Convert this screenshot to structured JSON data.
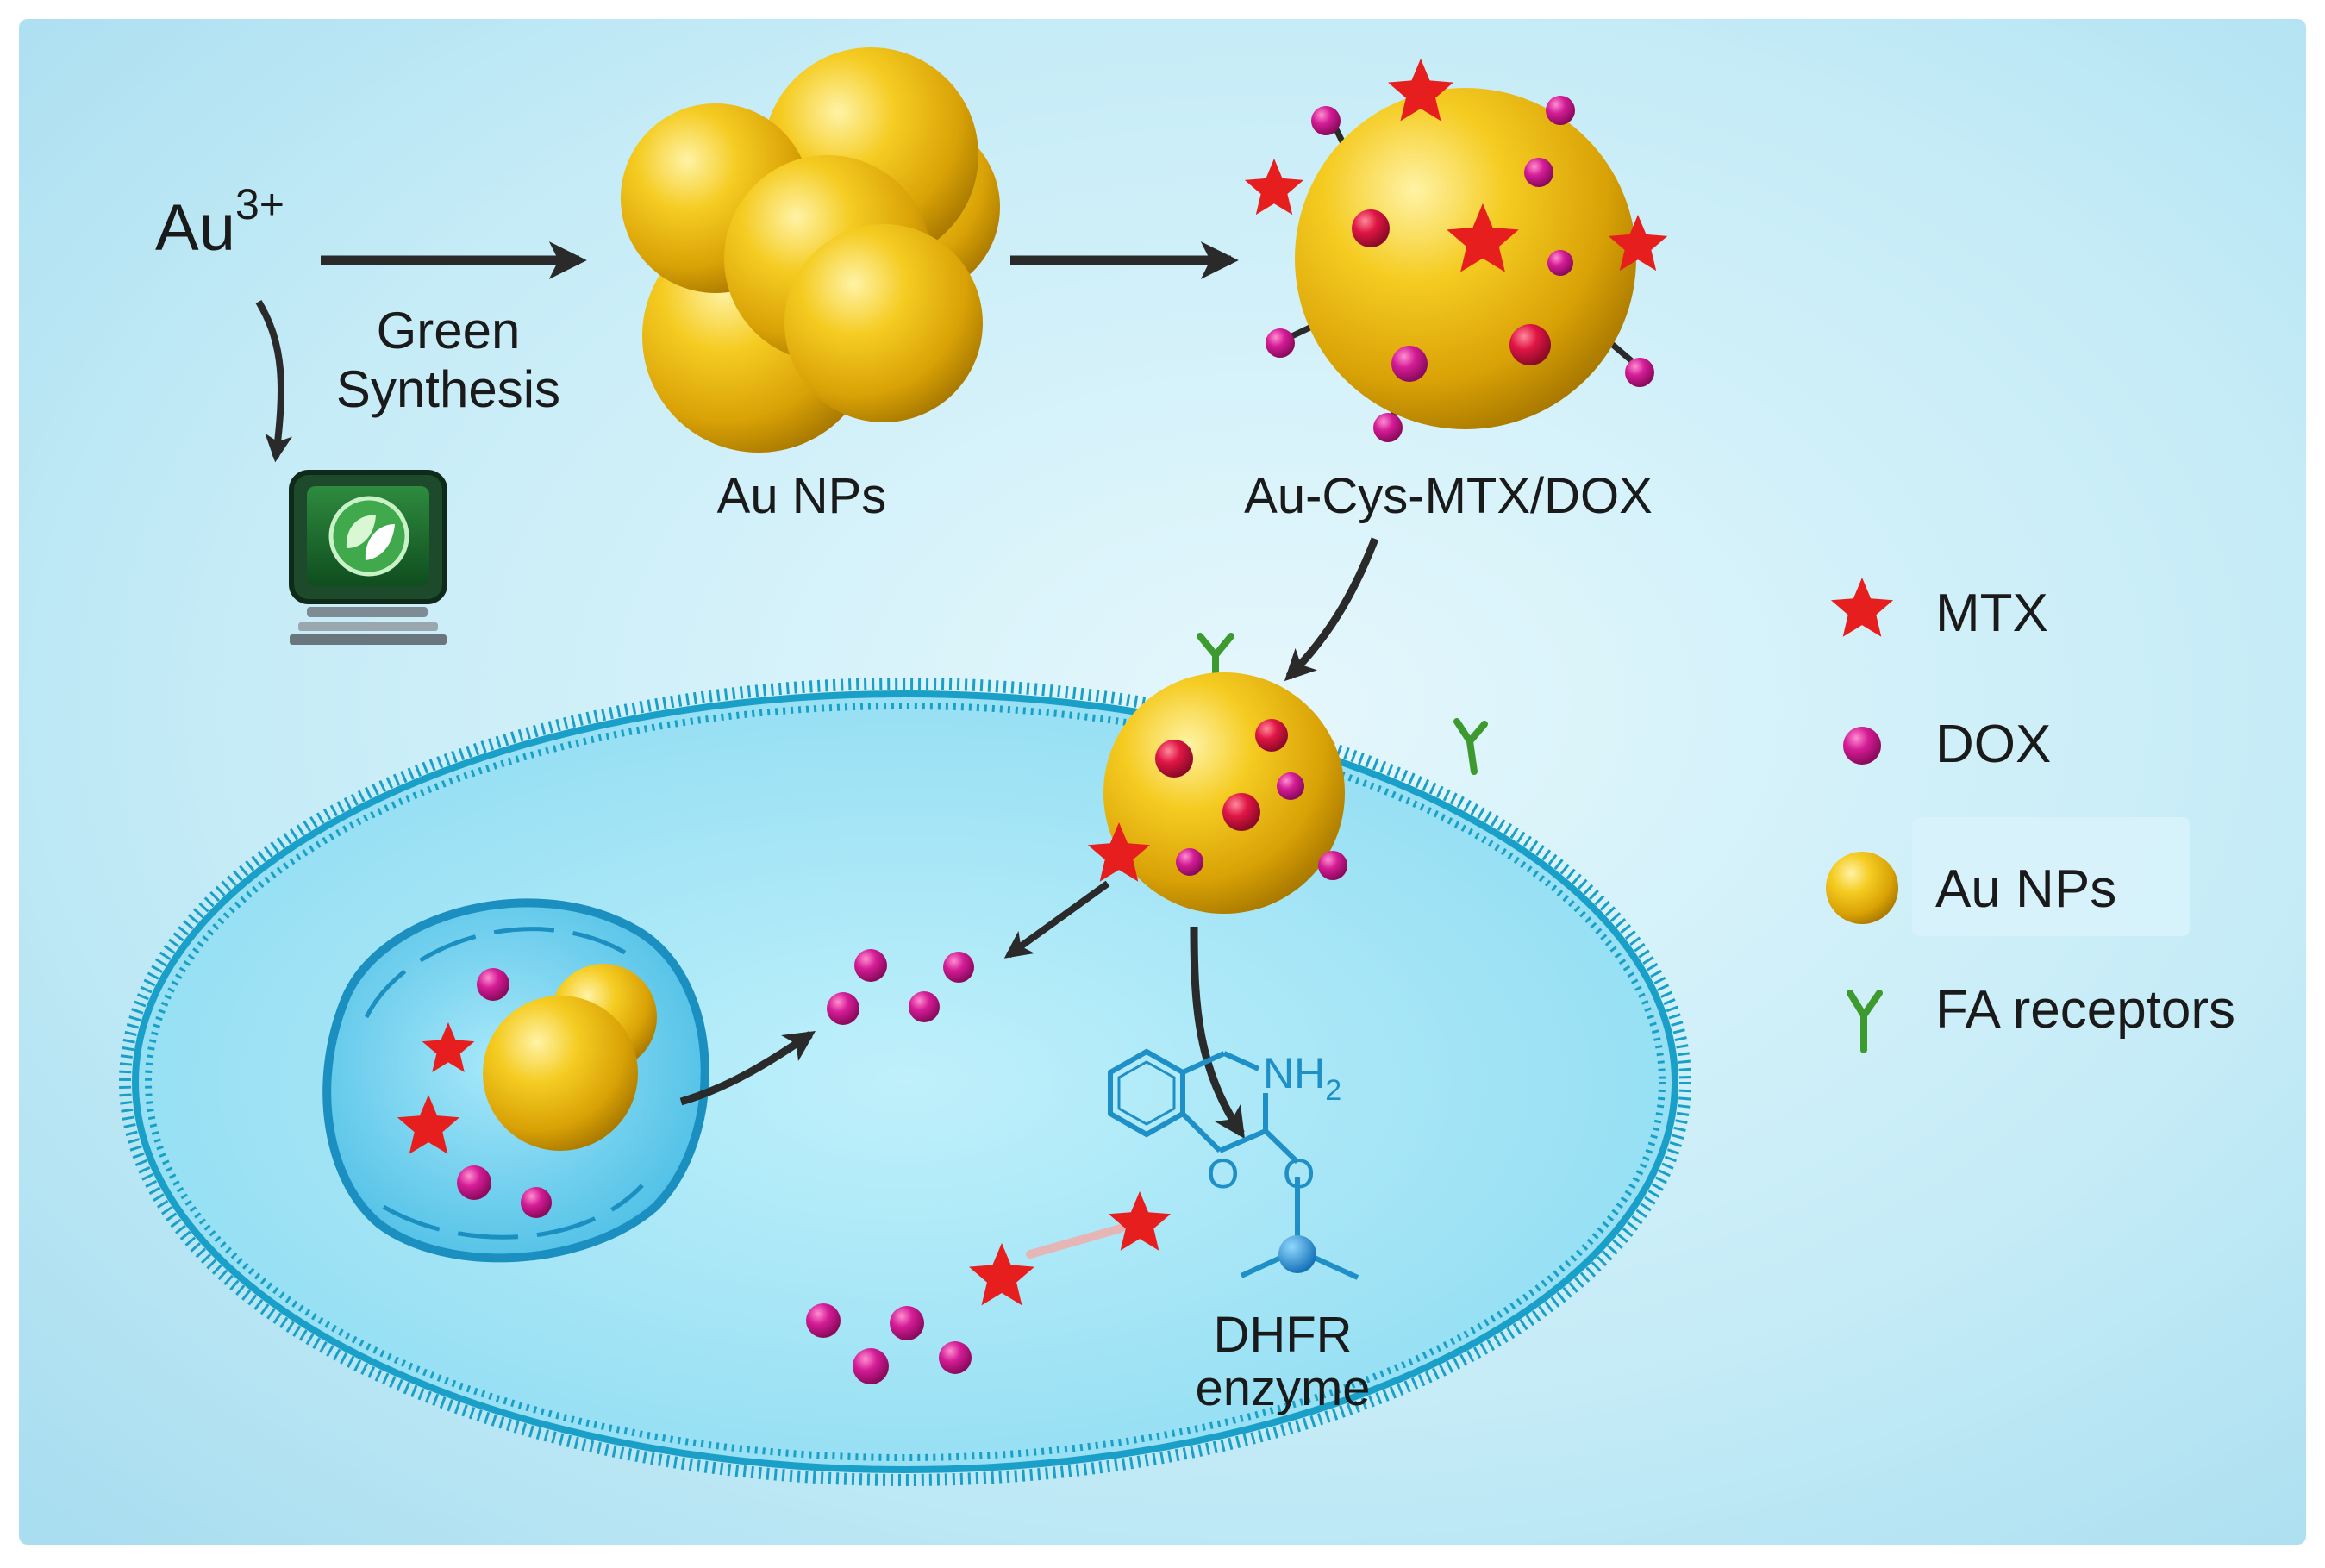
{
  "labels": {
    "precursor_main": "Au",
    "precursor_charge": "3+",
    "step_line1": "Green",
    "step_line2": "Synthesis",
    "au_nps": "Au NPs",
    "conjugate": "Au-Cys-MTX/DOX",
    "enzyme_line1": "DHFR",
    "enzyme_line2": "enzyme",
    "nh2_main": "NH",
    "nh2_sub": "2",
    "oxygen_left": "O",
    "oxygen_right": "O"
  },
  "legend": [
    {
      "label": "MTX",
      "icon": "red-star-icon"
    },
    {
      "label": "DOX",
      "icon": "magenta-sphere-icon"
    },
    {
      "label": "Au NPs",
      "icon": "gold-sphere-icon"
    },
    {
      "label": "FA receptors",
      "icon": "green-y-receptor-icon"
    }
  ],
  "colors": {
    "background": "#bfe9f5",
    "gold": "#e8b70a",
    "mtx_red": "#e61e1e",
    "dox_magenta": "#c7138c",
    "receptor_green": "#3c9a2e",
    "membrane": "#1aa0c8",
    "structure_blue": "#1f8fc8",
    "arrow": "#2a2a2a",
    "text": "#1a1a1a"
  }
}
